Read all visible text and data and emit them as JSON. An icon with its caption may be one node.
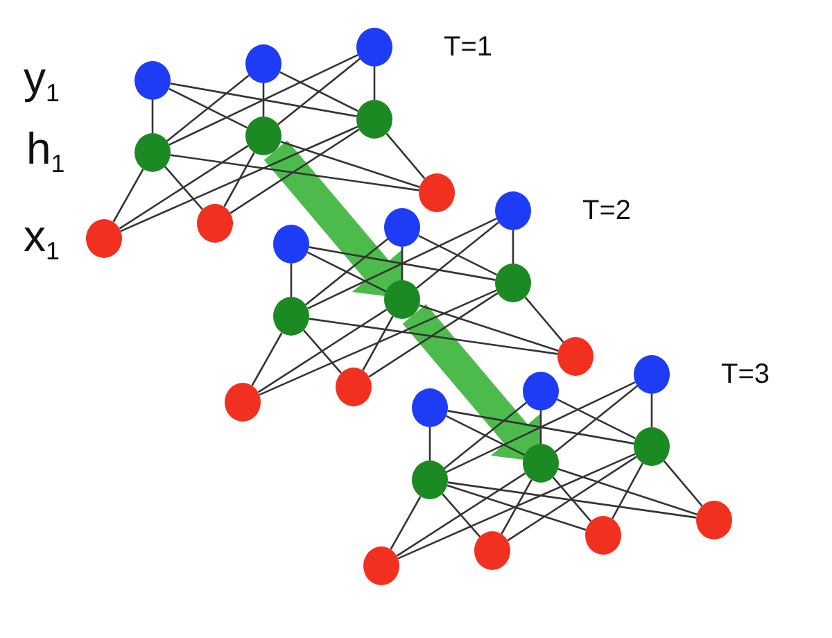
{
  "diagram": {
    "nodes": [
      {
        "text": [],
        "shape": "circle"
      },
      {
        "text": [],
        "shape": "circle"
      },
      {
        "text": [],
        "shape": "circle"
      },
      {
        "text": [],
        "shape": "circle"
      },
      {
        "text": [],
        "shape": "circle"
      },
      {
        "text": [],
        "shape": "circle"
      },
      {
        "text": [],
        "shape": "circle"
      },
      {
        "text": [],
        "shape": "circle"
      },
      {
        "text": [],
        "shape": "circle"
      },
      {
        "text": [],
        "shape": "circle"
      },
      {
        "text": [],
        "shape": "circle"
      },
      {
        "text": [],
        "shape": "circle"
      },
      {
        "text": [],
        "shape": "circle"
      },
      {
        "text": [],
        "shape": "circle"
      },
      {
        "text": [],
        "shape": "circle"
      },
      {
        "text": [],
        "shape": "circle"
      },
      {
        "text": [],
        "shape": "circle"
      },
      {
        "text": [],
        "shape": "circle"
      },
      {
        "text": [],
        "shape": "circle"
      },
      {
        "text": [],
        "shape": "circle"
      },
      {
        "text": [],
        "shape": "circle"
      },
      {
        "text": [],
        "shape": "circle"
      },
      {
        "text": [],
        "shape": "circle"
      },
      {
        "text": [],
        "shape": "circle"
      },
      {
        "text": [],
        "shape": "circle"
      },
      {
        "text": [],
        "shape": "circle"
      },
      {
        "text": [],
        "shape": "circle"
      },
      {
        "text": [],
        "shape": "circle"
      }
    ],
    "edges": [
      {
        "from": 0,
        "to": 3,
        "arrow": "none"
      },
      {
        "from": 0,
        "to": 4,
        "arrow": "none"
      },
      {
        "from": 0,
        "to": 5,
        "arrow": "none"
      },
      {
        "from": 1,
        "to": 3,
        "arrow": "none"
      },
      {
        "from": 1,
        "to": 4,
        "arrow": "none"
      },
      {
        "from": 1,
        "to": 5,
        "arrow": "none"
      },
      {
        "from": 2,
        "to": 3,
        "arrow": "none"
      },
      {
        "from": 2,
        "to": 4,
        "arrow": "none"
      },
      {
        "from": 2,
        "to": 5,
        "arrow": "none"
      },
      {
        "from": 3,
        "to": 6,
        "arrow": "none"
      },
      {
        "from": 3,
        "to": 7,
        "arrow": "none"
      },
      {
        "from": 3,
        "to": 8,
        "arrow": "none"
      },
      {
        "from": 4,
        "to": 6,
        "arrow": "none"
      },
      {
        "from": 4,
        "to": 7,
        "arrow": "none"
      },
      {
        "from": 4,
        "to": 8,
        "arrow": "none"
      },
      {
        "from": 5,
        "to": 6,
        "arrow": "none"
      },
      {
        "from": 5,
        "to": 7,
        "arrow": "none"
      },
      {
        "from": 5,
        "to": 8,
        "arrow": "none"
      },
      {
        "from": 4,
        "to": 13,
        "arrow": "to",
        "style": "thick",
        "color": "#4cbb4c"
      },
      {
        "from": 9,
        "to": 12,
        "arrow": "none"
      },
      {
        "from": 9,
        "to": 13,
        "arrow": "none"
      },
      {
        "from": 9,
        "to": 14,
        "arrow": "none"
      },
      {
        "from": 10,
        "to": 12,
        "arrow": "none"
      },
      {
        "from": 10,
        "to": 13,
        "arrow": "none"
      },
      {
        "from": 10,
        "to": 14,
        "arrow": "none"
      },
      {
        "from": 11,
        "to": 12,
        "arrow": "none"
      },
      {
        "from": 11,
        "to": 13,
        "arrow": "none"
      },
      {
        "from": 11,
        "to": 14,
        "arrow": "none"
      },
      {
        "from": 12,
        "to": 15,
        "arrow": "none"
      },
      {
        "from": 12,
        "to": 16,
        "arrow": "none"
      },
      {
        "from": 12,
        "to": 17,
        "arrow": "none"
      },
      {
        "from": 13,
        "to": 15,
        "arrow": "none"
      },
      {
        "from": 13,
        "to": 16,
        "arrow": "none"
      },
      {
        "from": 13,
        "to": 17,
        "arrow": "none"
      },
      {
        "from": 14,
        "to": 15,
        "arrow": "none"
      },
      {
        "from": 14,
        "to": 16,
        "arrow": "none"
      },
      {
        "from": 14,
        "to": 17,
        "arrow": "none"
      },
      {
        "from": 13,
        "to": 22,
        "arrow": "to",
        "style": "thick",
        "color": "#4cbb4c"
      },
      {
        "from": 18,
        "to": 21,
        "arrow": "none"
      },
      {
        "from": 18,
        "to": 22,
        "arrow": "none"
      },
      {
        "from": 18,
        "to": 23,
        "arrow": "none"
      },
      {
        "from": 19,
        "to": 21,
        "arrow": "none"
      },
      {
        "from": 19,
        "to": 22,
        "arrow": "none"
      },
      {
        "from": 19,
        "to": 23,
        "arrow": "none"
      },
      {
        "from": 20,
        "to": 21,
        "arrow": "none"
      },
      {
        "from": 20,
        "to": 22,
        "arrow": "none"
      },
      {
        "from": 20,
        "to": 23,
        "arrow": "none"
      },
      {
        "from": 21,
        "to": 24,
        "arrow": "none"
      },
      {
        "from": 21,
        "to": 25,
        "arrow": "none"
      },
      {
        "from": 21,
        "to": 26,
        "arrow": "none"
      },
      {
        "from": 21,
        "to": 27,
        "arrow": "none"
      },
      {
        "from": 22,
        "to": 24,
        "arrow": "none"
      },
      {
        "from": 22,
        "to": 25,
        "arrow": "none"
      },
      {
        "from": 22,
        "to": 26,
        "arrow": "none"
      },
      {
        "from": 22,
        "to": 27,
        "arrow": "none"
      },
      {
        "from": 23,
        "to": 24,
        "arrow": "none"
      },
      {
        "from": 23,
        "to": 25,
        "arrow": "none"
      },
      {
        "from": 23,
        "to": 26,
        "arrow": "none"
      },
      {
        "from": 23,
        "to": 27,
        "arrow": "none"
      }
    ],
    "labels": [
      "T=1",
      "y$_{1}$",
      "h$_{1}$",
      "T=2",
      "x$_{1}$",
      "T=3"
    ]
  }
}
